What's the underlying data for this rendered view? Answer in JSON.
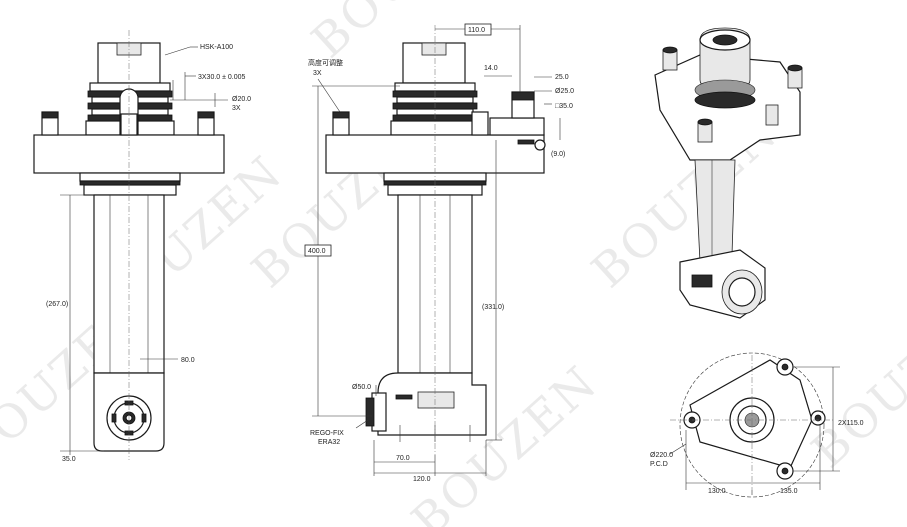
{
  "watermark": "BOUZEN",
  "left_view": {
    "spindle_label": "HSK-A100",
    "pin_dim": "3X30.0 ± 0.005",
    "hole_dia": "Ø20.0",
    "hole_count": "3X",
    "body_length": "(267.0)",
    "body_width": "80.0",
    "tip_offset": "35.0"
  },
  "center_view": {
    "top_width": "110.0",
    "adjust_note": "高度可调整",
    "adjust_count": "3X",
    "dim_14": "14.0",
    "dim_25": "25.0",
    "dim_d25": "Ø25.0",
    "dim_sq35": "□35.0",
    "dim_9": "(9.0)",
    "overall_length": "400.0",
    "body_length": "(331.0)",
    "nose_dia": "Ø50.0",
    "collet_label": "REGO-FIX",
    "collet_type": "ERA32",
    "dim_70": "70.0",
    "dim_120": "120.0"
  },
  "bottom_view": {
    "pcd_dia": "Ø220.0",
    "pcd_label": "P.C.D",
    "dim_right": "2X115.0",
    "dim_130": "130.0",
    "dim_135": "135.0"
  }
}
